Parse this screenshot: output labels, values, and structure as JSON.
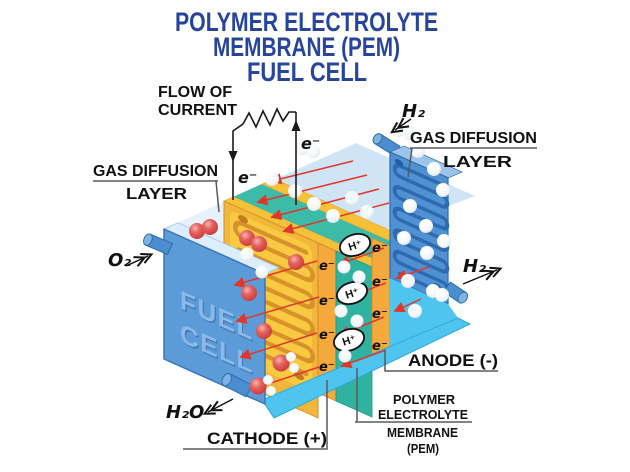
{
  "title": {
    "line1": "POLYMER ELECTROLYTE",
    "line2": "MEMBRANE (PEM)",
    "line3": "FUEL CELL"
  },
  "labels": {
    "flow_of_current_1": "FLOW OF",
    "flow_of_current_2": "CURRENT",
    "gdl_left_1": "GAS DIFFUSION",
    "gdl_left_2": "LAYER",
    "gdl_right_1": "GAS DIFFUSION",
    "gdl_right_2": "LAYER",
    "cathode": "CATHODE (+)",
    "anode": "ANODE (-)",
    "pem_1": "POLYMER",
    "pem_2": "ELECTROLYTE",
    "pem_3": "MEMBRANE",
    "pem_4": "(PEM)"
  },
  "molecules": {
    "oxygen_in": "O₂",
    "hydrogen_in": "H₂",
    "hydrogen_out": "H₂",
    "water_out": "H₂O"
  },
  "symbols": {
    "electron": "e⁻",
    "proton": "H⁺"
  },
  "device": {
    "name_line1": "FUEL",
    "name_line2": "CELL"
  },
  "colors": {
    "title_blue": "#27459c",
    "label_black": "#111111",
    "front_plate_blue": "#5b9bd8",
    "flow_plate_yellow": "#f9c431",
    "catalyst_orange": "#f5a93c",
    "membrane_teal": "#2fb3a0",
    "gdl_plate_blue": "#4f91d3",
    "base_cyan": "#4fc4ef",
    "arrow_red": "#e2362a",
    "oxygen_red": "#d2413f",
    "hydrogen_white": "#f2f6f9"
  }
}
